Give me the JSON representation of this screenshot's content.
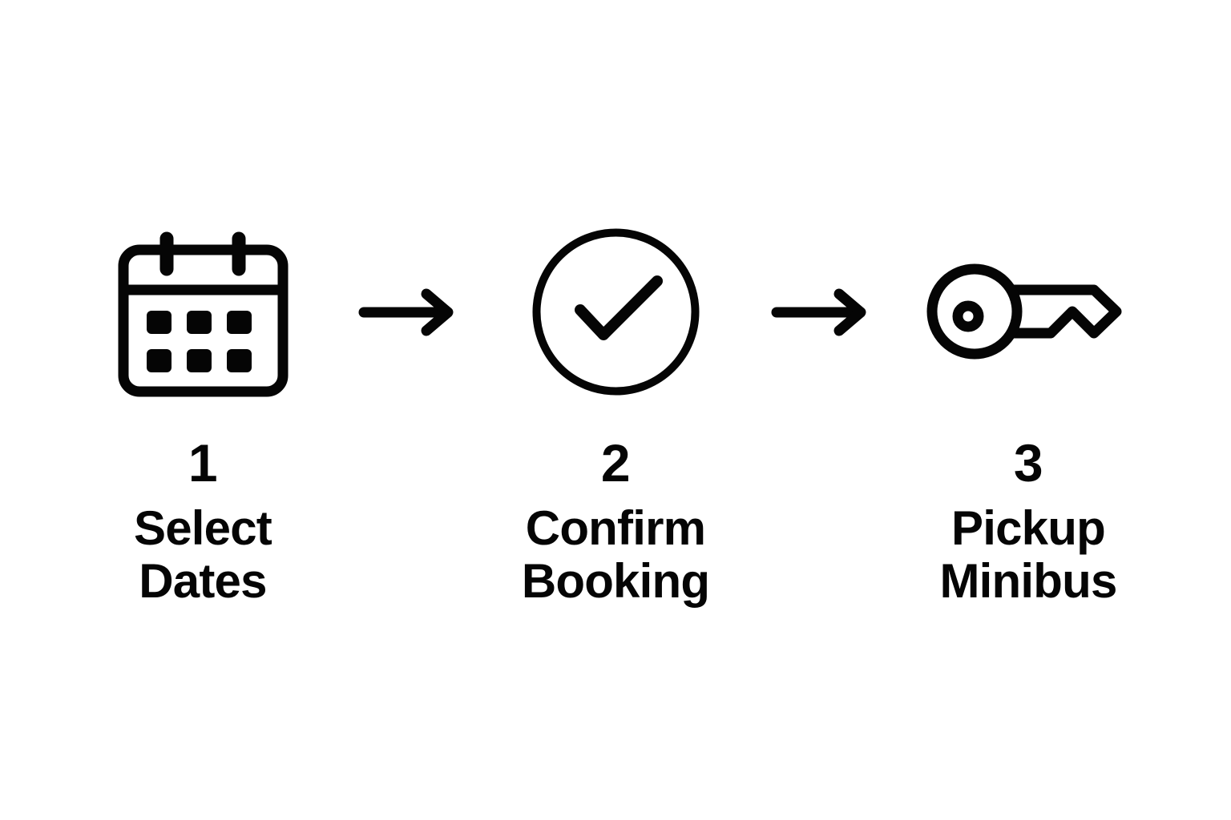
{
  "diagram": {
    "type": "process-flow",
    "orientation": "horizontal",
    "background_color": "#ffffff",
    "stroke_color": "#050505",
    "steps": [
      {
        "number": "1",
        "icon": "calendar-icon",
        "label_lines": [
          "Select",
          "Dates"
        ],
        "label_text": "Select Dates"
      },
      {
        "number": "2",
        "icon": "check-circle-icon",
        "label_lines": [
          "Confirm",
          "Booking"
        ],
        "label_text": "Confirm Booking"
      },
      {
        "number": "3",
        "icon": "key-icon",
        "label_lines": [
          "Pickup",
          "Minibus"
        ],
        "label_text": "Pickup Minibus"
      }
    ],
    "connectors": [
      {
        "icon": "arrow-right-icon"
      },
      {
        "icon": "arrow-right-icon"
      }
    ]
  }
}
